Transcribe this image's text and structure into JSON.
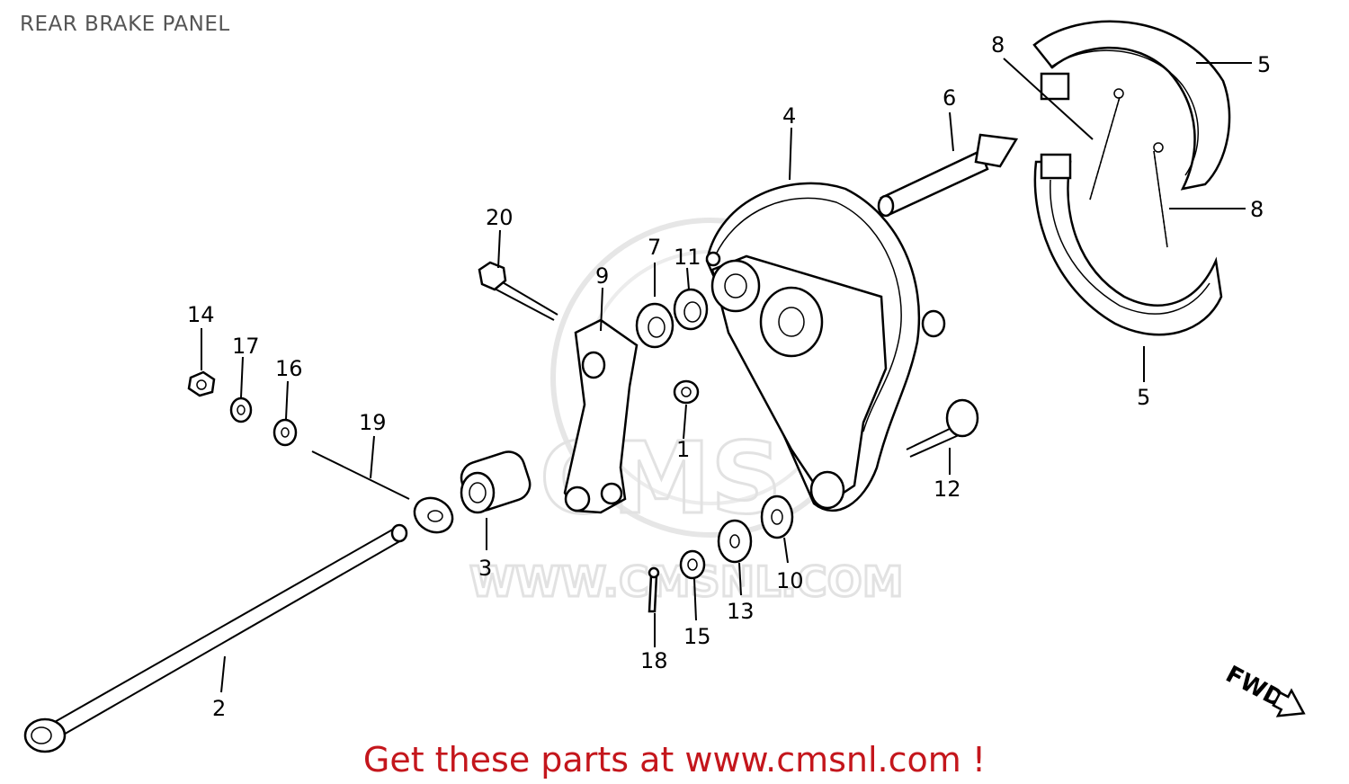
{
  "title": "REAR BRAKE PANEL",
  "footer": {
    "text": "Get these parts at www.cmsnl.com !",
    "color": "#c4161c"
  },
  "watermark": {
    "logo_text": "CMS",
    "url_text": "WWW.CMSNL.COM"
  },
  "fwd_label": "FWD",
  "callouts": [
    {
      "id": "c-1",
      "text": "1"
    },
    {
      "id": "c-2",
      "text": "2"
    },
    {
      "id": "c-3",
      "text": "3"
    },
    {
      "id": "c-4",
      "text": "4"
    },
    {
      "id": "c-5a",
      "text": "5"
    },
    {
      "id": "c-5b",
      "text": "5"
    },
    {
      "id": "c-6",
      "text": "6"
    },
    {
      "id": "c-7",
      "text": "7"
    },
    {
      "id": "c-8a",
      "text": "8"
    },
    {
      "id": "c-8b",
      "text": "8"
    },
    {
      "id": "c-9",
      "text": "9"
    },
    {
      "id": "c-10",
      "text": "10"
    },
    {
      "id": "c-11",
      "text": "11"
    },
    {
      "id": "c-12",
      "text": "12"
    },
    {
      "id": "c-13",
      "text": "13"
    },
    {
      "id": "c-14",
      "text": "14"
    },
    {
      "id": "c-15",
      "text": "15"
    },
    {
      "id": "c-16",
      "text": "16"
    },
    {
      "id": "c-17",
      "text": "17"
    },
    {
      "id": "c-18",
      "text": "18"
    },
    {
      "id": "c-19",
      "text": "19"
    },
    {
      "id": "c-20",
      "text": "20"
    }
  ]
}
